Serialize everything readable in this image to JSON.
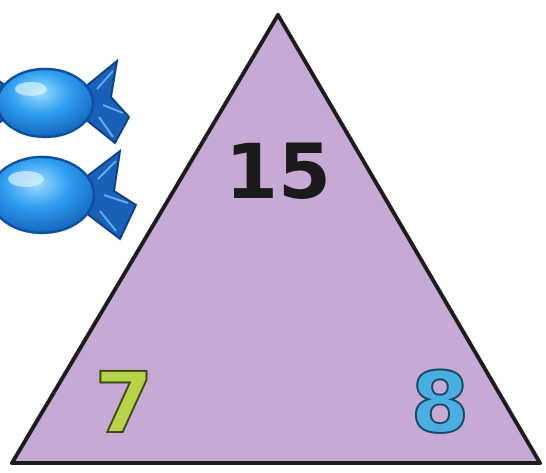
{
  "triangle": {
    "top_number": "15",
    "left_number": "7",
    "right_number": "8"
  },
  "decorations": {
    "candy_count": 2,
    "candy_icon": "wrapped-candy-icon"
  },
  "colors": {
    "triangle_fill": "#c7a9d6",
    "triangle_stroke": "#1c1c1c",
    "top_number": "#1a1a1a",
    "left_number": "#b7d34a",
    "right_number": "#4aaee0",
    "candy_body": "#2a8fe0",
    "candy_wrapper": "#1a5fb8",
    "background": "#ffffff"
  }
}
